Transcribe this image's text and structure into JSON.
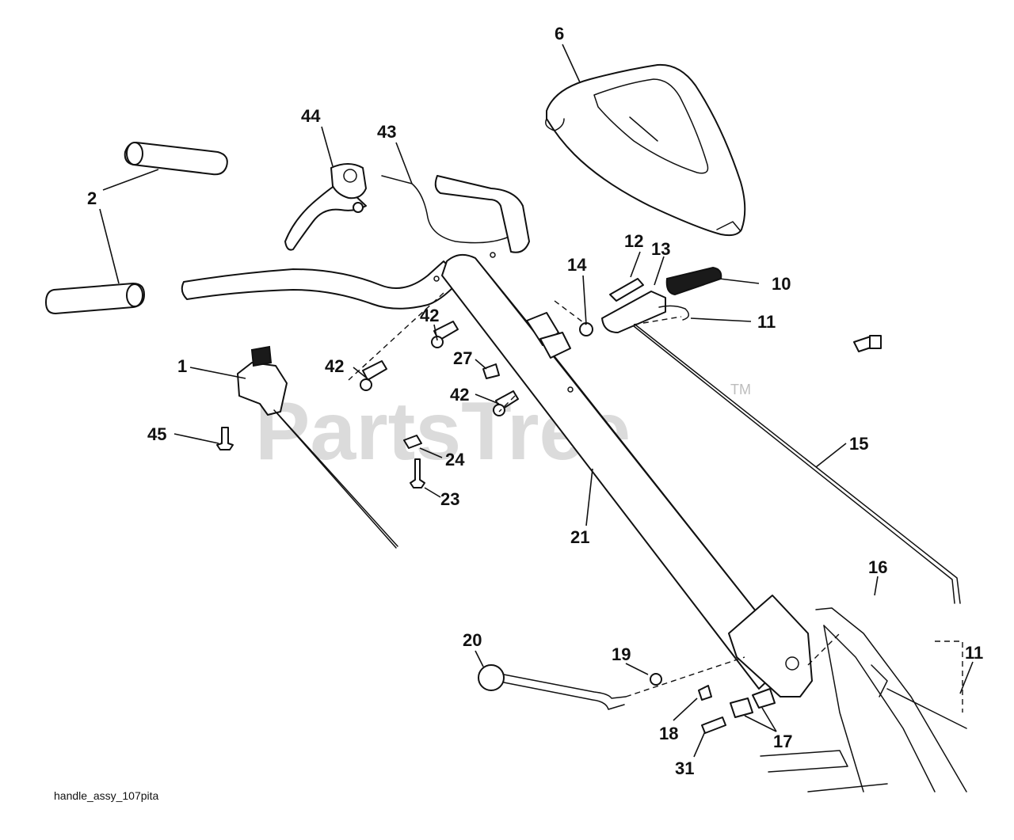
{
  "diagram": {
    "watermark": "PartsTree",
    "trademark": "TM",
    "caption": "handle_assy_107pita",
    "callouts": [
      "1",
      "2",
      "6",
      "10",
      "11",
      "11",
      "12",
      "13",
      "14",
      "15",
      "16",
      "17",
      "18",
      "19",
      "20",
      "21",
      "23",
      "24",
      "27",
      "31",
      "42",
      "42",
      "42",
      "43",
      "44",
      "45"
    ]
  }
}
